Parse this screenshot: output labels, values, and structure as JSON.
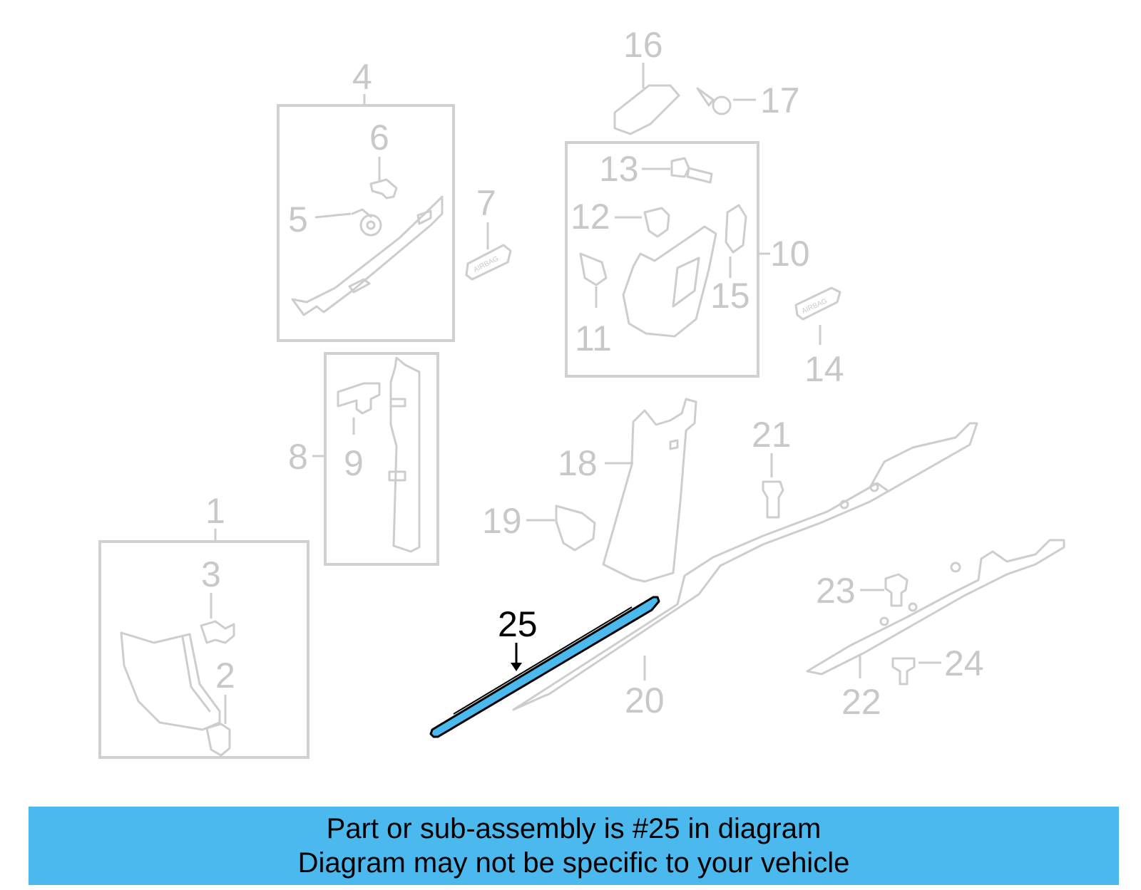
{
  "diagram": {
    "callouts": {
      "c1": "1",
      "c2": "2",
      "c3": "3",
      "c4": "4",
      "c5": "5",
      "c6": "6",
      "c7": "7",
      "c8": "8",
      "c9": "9",
      "c10": "10",
      "c11": "11",
      "c12": "12",
      "c13": "13",
      "c14": "14",
      "c15": "15",
      "c16": "16",
      "c17": "17",
      "c18": "18",
      "c19": "19",
      "c20": "20",
      "c21": "21",
      "c22": "22",
      "c23": "23",
      "c24": "24",
      "c25": "25"
    },
    "airbag_labels": [
      "AIRBAG",
      "AIRBAG"
    ],
    "highlighted_part": "25",
    "highlight_color": "#4bb8ee",
    "line_color": "#cdcdcd"
  },
  "banner": {
    "line1": "Part or sub-assembly is #25 in diagram",
    "line2": "Diagram may not be specific to your vehicle",
    "background": "#4bb8ee"
  }
}
